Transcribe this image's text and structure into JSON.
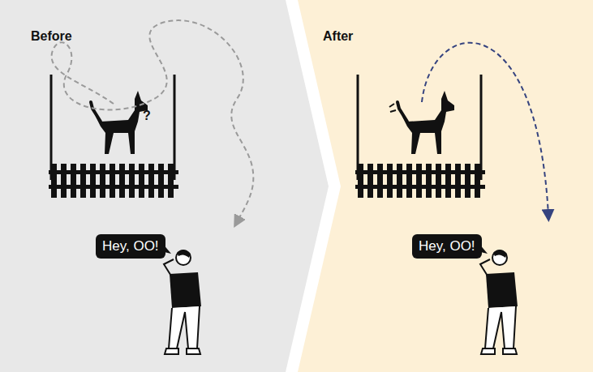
{
  "diagram": {
    "nodes": [
      {
        "text": [
          "Before"
        ]
      },
      {
        "text": [
          "Hey, OO!"
        ],
        "in": 0
      },
      {
        "text": [
          "After"
        ]
      },
      {
        "text": [
          "Hey, OO!"
        ],
        "in": 2
      }
    ],
    "labels": [
      "?"
    ]
  }
}
